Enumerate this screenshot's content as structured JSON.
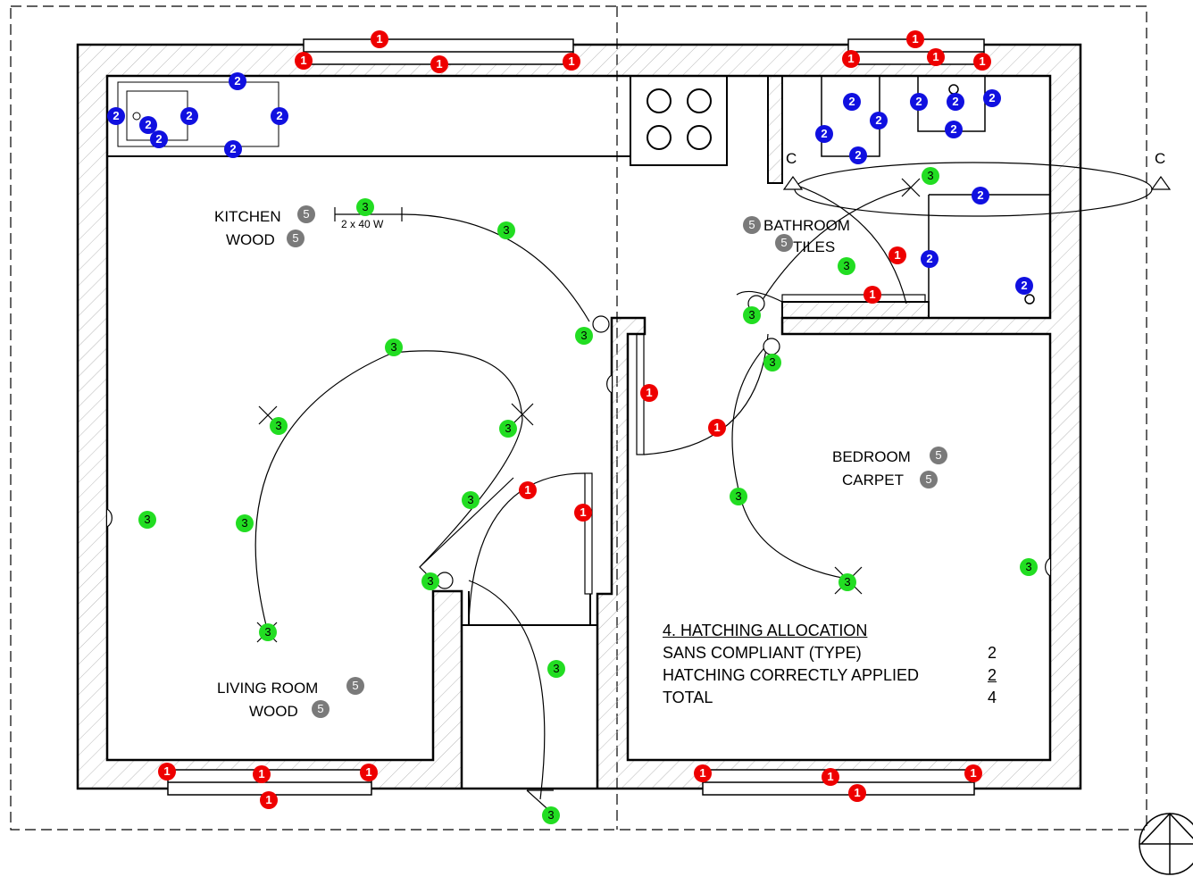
{
  "rooms": {
    "kitchen": {
      "name": "KITCHEN",
      "floor": "WOOD"
    },
    "bathroom": {
      "name": "BATHROOM",
      "floor": "TILES"
    },
    "bedroom": {
      "name": "BEDROOM",
      "floor": "CARPET"
    },
    "living": {
      "name": "LIVING ROOM",
      "floor": "WOOD"
    }
  },
  "fixture_label": "2 x 40 W",
  "section_markers": {
    "left": "C",
    "right": "C"
  },
  "score_table": {
    "title": "4. HATCHING ALLOCATION",
    "rows": [
      {
        "label": "SANS COMPLIANT (TYPE)",
        "value": "2"
      },
      {
        "label": "HATCHING CORRECTLY APPLIED",
        "value": "2"
      },
      {
        "label": "TOTAL",
        "value": "4"
      }
    ]
  },
  "marker_values": {
    "one": "1",
    "two": "2",
    "three": "3",
    "five": "5"
  },
  "colors": {
    "marker_1": "#ee0000",
    "marker_2": "#1010e0",
    "marker_3": "#22dd22",
    "marker_5": "#7a7a7a"
  },
  "icons": [
    "north-arrow-icon",
    "light-point-icon",
    "switch-icon",
    "socket-icon"
  ]
}
